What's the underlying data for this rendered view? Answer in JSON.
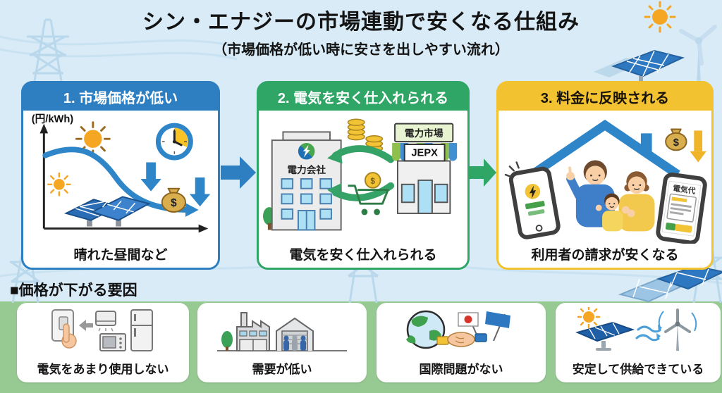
{
  "header": {
    "title": "シン・エナジーの市場連動で安くなる仕組み",
    "subtitle": "（市場価格が低い時に安さを出しやすい流れ）"
  },
  "symbols": {
    "dollar": "$"
  },
  "steps": [
    {
      "label": "1. 市場価格が低い",
      "axis_label": "(円/kWh)",
      "caption": "晴れた昼間など",
      "accent": "#2e7fc2"
    },
    {
      "label": "2. 電気を安く仕入れられる",
      "company_label": "電力会社",
      "market_sign": "電力市場",
      "market_name": "JEPX",
      "caption": "電気を安く仕入れられる",
      "accent": "#2fa566"
    },
    {
      "label": "3. 料金に反映される",
      "bill_label": "電気代",
      "caption": "利用者の請求が安くなる",
      "accent": "#f2c231"
    }
  ],
  "factors": {
    "heading": "■価格が下がる要因",
    "items": [
      {
        "label": "電気をあまり使用しない"
      },
      {
        "label": "需要が低い"
      },
      {
        "label": "国際問題がない"
      },
      {
        "label": "安定して供給できている"
      }
    ]
  },
  "colors": {
    "background": "#d9ebf7",
    "grass": "#97c993",
    "step1_blue": "#2e7fc2",
    "step2_green": "#2fa566",
    "step3_yellow": "#f2c231",
    "curve_blue": "#2e86c9",
    "coin_gold": "#f2c335",
    "bag_gold": "#d9ae4e",
    "sun_orange": "#f5a623"
  }
}
